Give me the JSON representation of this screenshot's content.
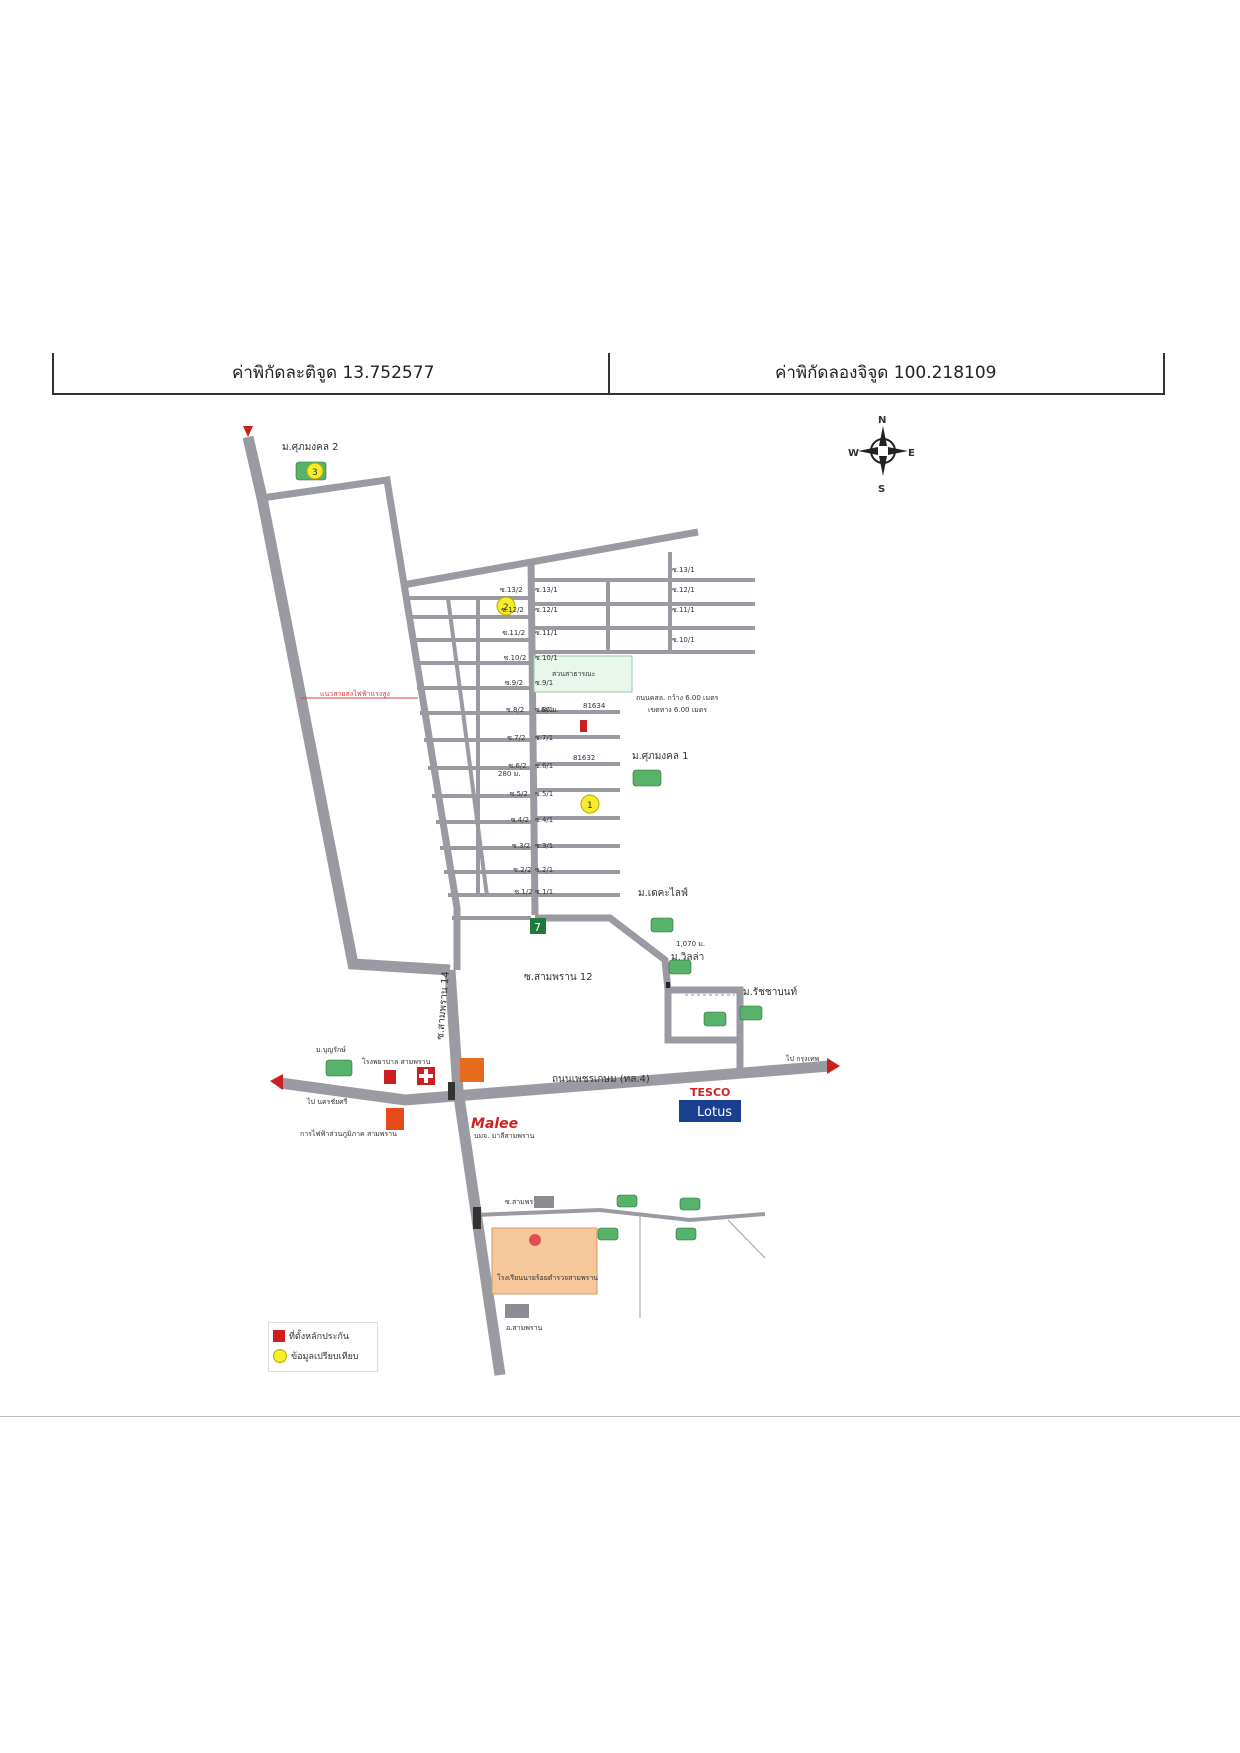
{
  "header": {
    "latitude_text": "ค่าพิกัดละติจูด 13.752577",
    "longitude_text": "ค่าพิกัดลองจิจูด 100.218109"
  },
  "compass": {
    "n": "N",
    "s": "S",
    "e": "E",
    "w": "W"
  },
  "map": {
    "places": {
      "mu_suphamongkhon_2": "ม.ศุภมงคล 2",
      "mu_suphamongkhon_1": "ม.ศุภมงคล 1",
      "park": "สวนสาธารณะ",
      "high_voltage": "แนวสายส่งไฟฟ้าแรงสูง",
      "mu_dekhalai": "ม.เดคะไลฟ์",
      "mu_villa": "ม.วิลล่า",
      "mu_ratchaphruek": "ม.รัชชาบนท์",
      "soi_sampran_12": "ซ.สามพราน 12",
      "soi_sampran_14": "ซ.สามพราน 14",
      "phetkasem": "ถนนเพชรเกษม (ทล.4)",
      "to_bangkok": "ไป กรุงเทพ",
      "to_nakhon_chaisi": "ไป นครชัยศรี",
      "hospital": "โรงพยาบาล สามพราน",
      "electricity": "การไฟฟ้าส่วนภูมิภาค สามพราน",
      "mu_boonruk": "ม.บุญรักษ์",
      "malee": "Malee",
      "malee_sub": "บมจ. มาลีสามพราน",
      "tesco": "TESCO",
      "lotus": "Lotus",
      "school": "โรงเรียนนายร้อยตำรวจสามพราน",
      "sampran_district": "อ.สามพราน",
      "soi_sampran_2": "ซ.สามพราน 2",
      "dist_60": "60 ม.",
      "dist_280": "280 ม.",
      "dist_1070": "1,070 ม.",
      "road_width": "ถนนคสล. กว้าง 6.00 เมตร",
      "road_width_sub": "เขตทาง 6.00 เมตร",
      "parcel_a": "81634",
      "parcel_b": "81632",
      "seven_eleven": "7",
      "marker_1": "1",
      "marker_2": "2",
      "marker_3": "3"
    },
    "soi_labels_left": [
      "ซ.13/2",
      "ซ.12/2",
      "ซ.11/2",
      "ซ.10/2",
      "ซ.9/2",
      "ซ.8/2",
      "ซ.7/2",
      "ซ.6/2",
      "ซ.5/2",
      "ซ.4/2",
      "ซ.3/2",
      "ซ.2/2",
      "ซ.1/2"
    ],
    "soi_labels_right": [
      "ซ.13/1",
      "ซ.12/1",
      "ซ.11/1",
      "ซ.10/1",
      "ซ.9/1",
      "ซ.8/1",
      "ซ.7/1",
      "ซ.6/1",
      "ซ.5/1",
      "ซ.4/1",
      "ซ.3/1",
      "ซ.2/1",
      "ซ.1/1"
    ],
    "soi_labels_east": [
      "ซ.13/1",
      "ซ.12/1",
      "ซ.11/1",
      "ซ.10/1"
    ]
  },
  "legend": {
    "red_square": "ที่ตั้งหลักประกัน",
    "yellow_dot": "ข้อมูลเปรียบเทียบ"
  },
  "colors": {
    "road": "#9a9aa3",
    "arrow": "#cc1f1f",
    "park": "#e9f6ec",
    "school": "#f6c79a"
  }
}
